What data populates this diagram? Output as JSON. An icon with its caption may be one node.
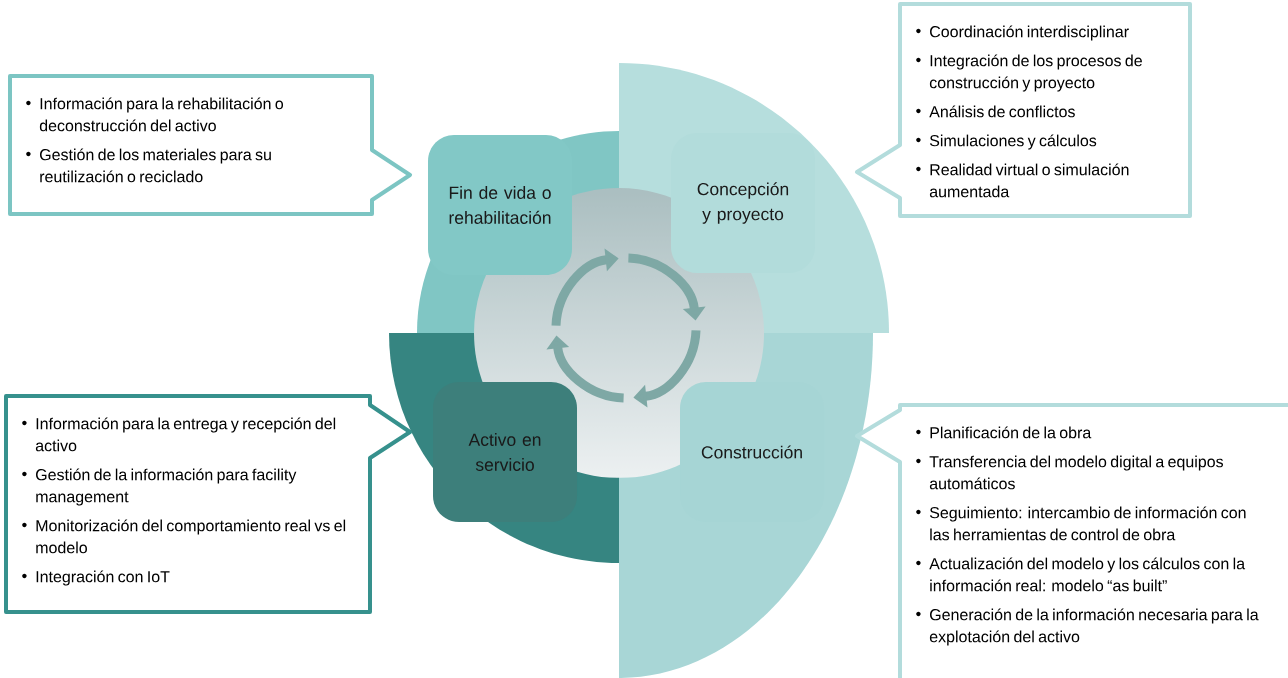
{
  "diagram": {
    "nodes": [
      {
        "text": [
          "Coordinación interdisciplinar",
          "Integración de los procesos de construcción y proyecto",
          "Análisis de conflictos",
          "Simulaciones y cálculos",
          "Realidad virtual o simulación aumentada"
        ]
      },
      {
        "text": [
          "Información para la rehabilitación o deconstrucción del activo",
          "Gestión de los materiales para su reutilización o reciclado"
        ]
      },
      {
        "text": [
          "Fin de vida o rehabilitación"
        ]
      },
      {
        "text": [
          "Concepción y proyecto"
        ]
      },
      {
        "text": [
          "Activo en servicio"
        ]
      },
      {
        "text": [
          "Construcción"
        ]
      },
      {
        "text": [
          "Información para la entrega y recepción del activo",
          "Gestión de la información para facility management",
          "Monitorización del comportamiento real vs el modelo",
          "Integración con IoT"
        ]
      },
      {
        "text": [
          "Planificación de la obra",
          "Transferencia del modelo digital a equipos automáticos",
          "Seguimiento: intercambio de información con las herramientas de control de obra",
          "Actualización del modelo y los cálculos con la información real: modelo “as built”",
          "Generación de la información necesaria para la explotación del activo"
        ]
      }
    ]
  }
}
